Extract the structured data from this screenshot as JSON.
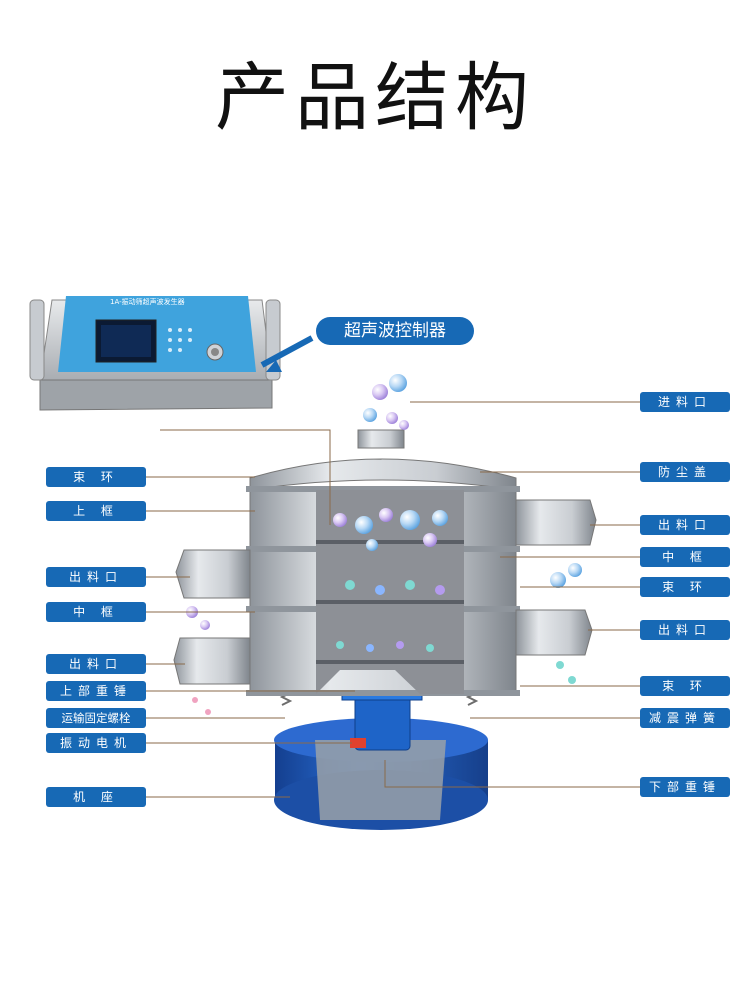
{
  "title": "产品结构",
  "controller": {
    "tag": "超声波控制器",
    "screen_title": "1A-振动筛超声波发生器"
  },
  "labels_left": [
    "束 环",
    "上 框",
    "出料口",
    "中 框",
    "出料口",
    "上部重锤",
    "运输固定螺栓",
    "振动电机",
    "机 座"
  ],
  "labels_right": [
    "进料口",
    "防尘盖",
    "出料口",
    "中 框",
    "束 环",
    "出料口",
    "束 环",
    "减震弹簧",
    "下部重锤"
  ],
  "colors": {
    "label_bg": "#1769b5",
    "steel": "#b9bec4",
    "base_blue": "#1f5fc2",
    "line": "#8a6a4a"
  }
}
